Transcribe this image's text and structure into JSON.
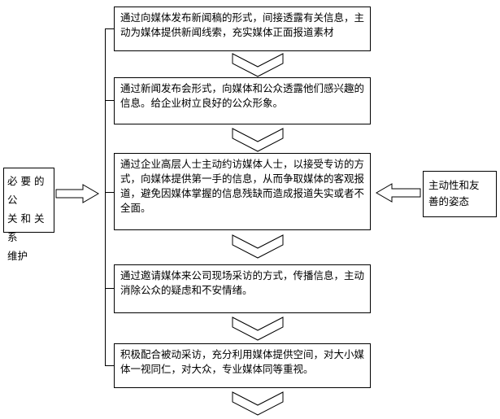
{
  "diagram": {
    "left_box": {
      "text": "必 要 的 公\n关 和 关 系\n维护"
    },
    "right_box": {
      "text": "主动性和友\n善的姿态"
    },
    "steps": [
      {
        "text": "通过向媒体发布新闻稿的形式，间接透露有关信息，主动为媒体提供新闻线索，充实媒体正面报道素材"
      },
      {
        "text": "通过新闻发布会形式，向媒体和公众透露他们感兴趣的信息。给企业树立良好的公众形象。"
      },
      {
        "text": "通过企业高层人士主动约访媒体人士，以接受专访的方式，向媒体提供第一手的信息，从而争取媒体的客观报道，避免因媒体掌握的信息残缺而造成报道失实或者不全面。"
      },
      {
        "text": "通过邀请媒体来公司现场采访的方式，传播信息，主动消除公众的疑虑和不安情绪。"
      },
      {
        "text": "积极配合被动采访，充分利用媒体提供空间，对大小媒体一视同仁，对大众，专业媒体同等重视。"
      }
    ],
    "icons": {
      "down_arrow": "down-chevron-arrow",
      "left_arrow": "left-block-arrow",
      "right_arrow": "right-block-arrow"
    },
    "colors": {
      "line": "#000000",
      "fill": "#ffffff",
      "text": "#000000"
    }
  }
}
